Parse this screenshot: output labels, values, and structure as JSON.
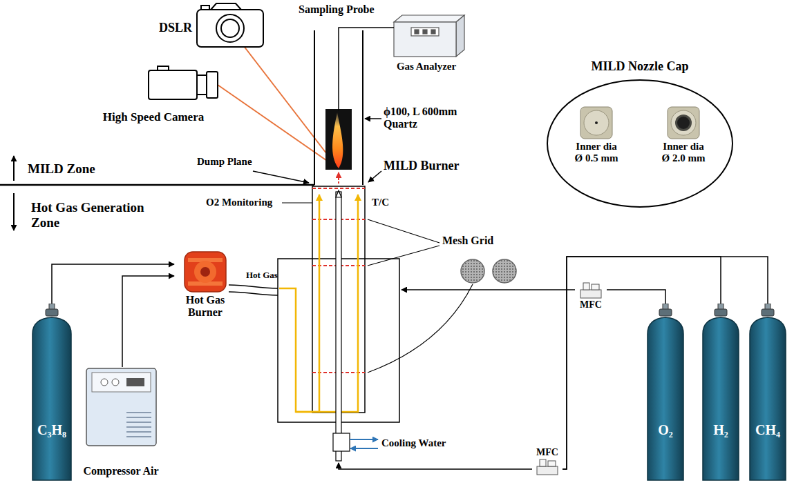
{
  "diagram": {
    "nodes": [
      {
        "text": [
          "DSLR"
        ]
      },
      {
        "text": [
          "High Speed Camera"
        ]
      },
      {
        "text": [
          "Gas Analyzer"
        ]
      },
      {
        "text": [
          "MILD Nozzle Cap"
        ]
      },
      {
        "text": [
          "Inner dia Ø 0.5 mm"
        ],
        "in": 3
      },
      {
        "text": [
          "Inner dia Ø 2.0 mm"
        ],
        "in": 3
      },
      {
        "text": [
          "Hot Gas Burner"
        ]
      },
      {
        "text": [
          "C₃H₈"
        ]
      },
      {
        "text": [
          "Compressor Air"
        ]
      },
      {
        "text": [
          "MFC"
        ]
      },
      {
        "text": [
          "MFC"
        ]
      },
      {
        "text": [
          "O₂"
        ]
      },
      {
        "text": [
          "H₂"
        ]
      },
      {
        "text": [
          "CH₄"
        ]
      }
    ],
    "edges": [
      {
        "from": 7,
        "to": 6,
        "arrow": "to"
      },
      {
        "from": 8,
        "to": 6,
        "arrow": "to"
      },
      {
        "from": 11,
        "to": 9,
        "arrow": "none"
      },
      {
        "from": 12,
        "to": 10,
        "arrow": "none"
      },
      {
        "from": 13,
        "to": 10,
        "arrow": "none"
      }
    ],
    "labels": [
      "Sampling Probe",
      "ϕ100, L 600mm Quartz",
      "MILD Zone",
      "Dump Plane",
      "MILD Burner",
      "Hot Gas Generation Zone",
      "O2 Monitoring",
      "T/C",
      "Mesh Grid",
      "Hot Gas",
      "Cooling Water"
    ]
  }
}
